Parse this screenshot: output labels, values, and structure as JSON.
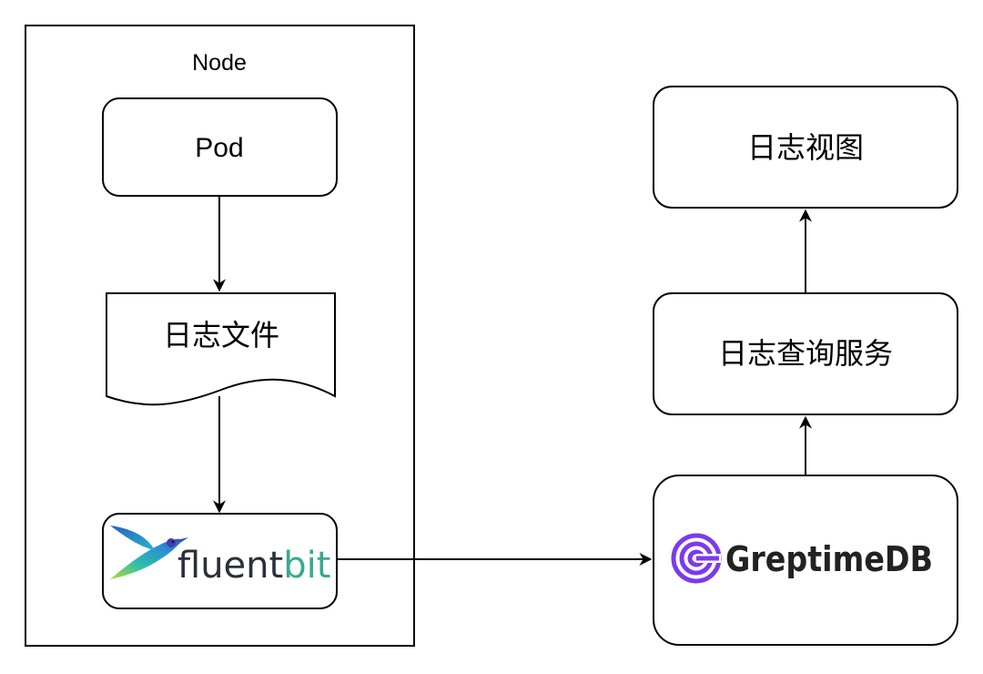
{
  "diagram": {
    "node_container": {
      "label": "Node"
    },
    "pod": {
      "label": "Pod"
    },
    "log_file": {
      "label": "日志文件"
    },
    "fluentbit": {
      "label_part1": "fluent",
      "label_part2": "bit"
    },
    "greptimedb": {
      "label": "GreptimeDB"
    },
    "log_query_service": {
      "label": "日志查询服务"
    },
    "log_view": {
      "label": "日志视图"
    },
    "edges": [
      {
        "from": "Pod",
        "to": "日志文件"
      },
      {
        "from": "日志文件",
        "to": "fluentbit"
      },
      {
        "from": "fluentbit",
        "to": "GreptimeDB"
      },
      {
        "from": "GreptimeDB",
        "to": "日志查询服务"
      },
      {
        "from": "日志查询服务",
        "to": "日志视图"
      }
    ]
  },
  "colors": {
    "stroke": "#000000",
    "fluentbit_text_dark": "#2b2f3a",
    "fluentbit_text_teal": "#3aa88e",
    "greptime_purple": "#7c3aed",
    "greptime_text": "#222222"
  }
}
